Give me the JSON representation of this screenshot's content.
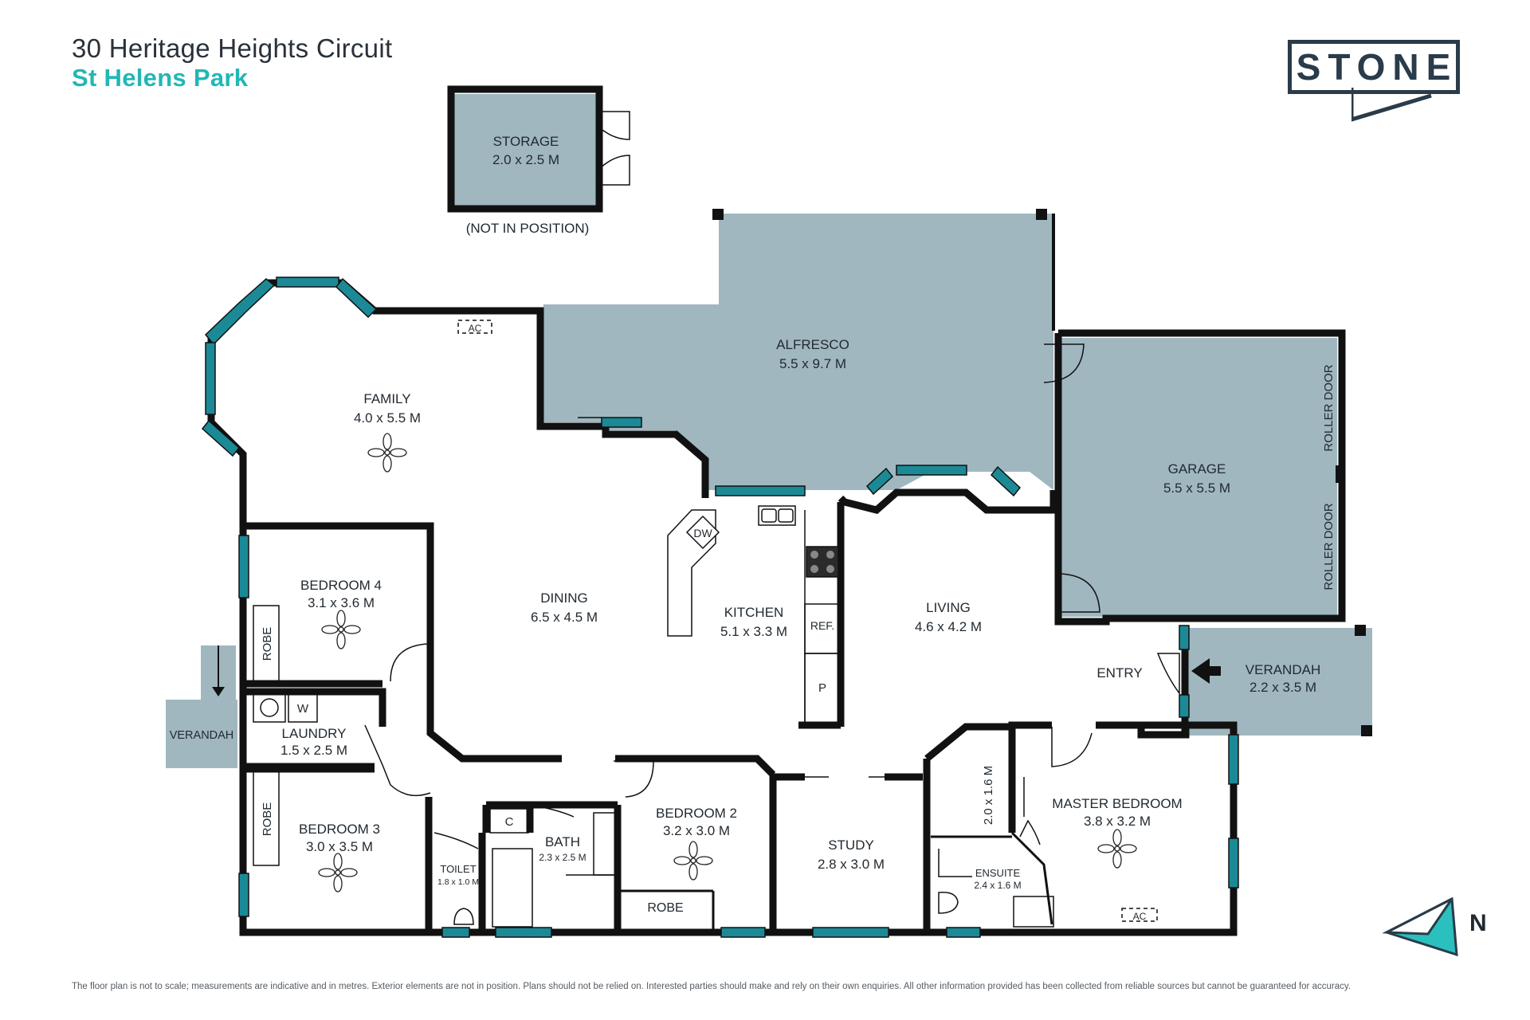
{
  "header": {
    "address": "30 Heritage Heights Circuit",
    "suburb": "St Helens Park"
  },
  "brand": {
    "logo_text": "STONE",
    "accent": "#22b7b5",
    "dark": "#2a3b4a"
  },
  "colors": {
    "outdoor_fill": "#a0b7bf",
    "wall": "#111111",
    "window": "#1b8a96"
  },
  "rooms": {
    "storage": {
      "name": "STORAGE",
      "dims": "2.0 x 2.5 M",
      "note": "(NOT IN POSITION)"
    },
    "alfresco": {
      "name": "ALFRESCO",
      "dims": "5.5 x 9.7 M"
    },
    "family": {
      "name": "FAMILY",
      "dims": "4.0 x 5.5 M"
    },
    "garage": {
      "name": "GARAGE",
      "dims": "5.5 x 5.5 M"
    },
    "bedroom4": {
      "name": "BEDROOM 4",
      "dims": "3.1 x 3.6 M"
    },
    "dining": {
      "name": "DINING",
      "dims": "6.5 x 4.5 M"
    },
    "kitchen": {
      "name": "KITCHEN",
      "dims": "5.1 x 3.3 M"
    },
    "living": {
      "name": "LIVING",
      "dims": "4.6 x 4.2 M"
    },
    "entry": {
      "name": "ENTRY"
    },
    "verandah_front": {
      "name": "VERANDAH",
      "dims": "2.2 x 3.5 M"
    },
    "verandah_side": {
      "name": "VERANDAH"
    },
    "laundry": {
      "name": "LAUNDRY",
      "dims": "1.5 x 2.5 M"
    },
    "bedroom3": {
      "name": "BEDROOM 3",
      "dims": "3.0 x 3.5 M"
    },
    "toilet": {
      "name": "TOILET",
      "dims": "1.8 x 1.0 M"
    },
    "bath": {
      "name": "BATH",
      "dims": "2.3 x 2.5 M"
    },
    "bedroom2": {
      "name": "BEDROOM 2",
      "dims": "3.2 x 3.0 M"
    },
    "study": {
      "name": "STUDY",
      "dims": "2.8 x 3.0 M"
    },
    "master": {
      "name": "MASTER BEDROOM",
      "dims": "3.8 x 3.2 M"
    },
    "ensuite": {
      "name": "ENSUITE",
      "dims": "2.4 x 1.6 M"
    },
    "wir": {
      "dims": "2.0 x 1.6 M"
    }
  },
  "fixtures": {
    "ac": "AC",
    "dw": "DW",
    "ref": "REF.",
    "pantry": "P",
    "robe": "ROBE",
    "washer": "W",
    "cupboard": "C",
    "roller_door": "ROLLER DOOR"
  },
  "compass": {
    "label": "N"
  },
  "disclaimer": "The floor plan is not to scale; measurements are indicative and in metres. Exterior elements are not in position. Plans should not be relied on. Interested parties should make and rely on their own enquiries. All other information provided has been collected from reliable sources but cannot be guaranteed for accuracy."
}
